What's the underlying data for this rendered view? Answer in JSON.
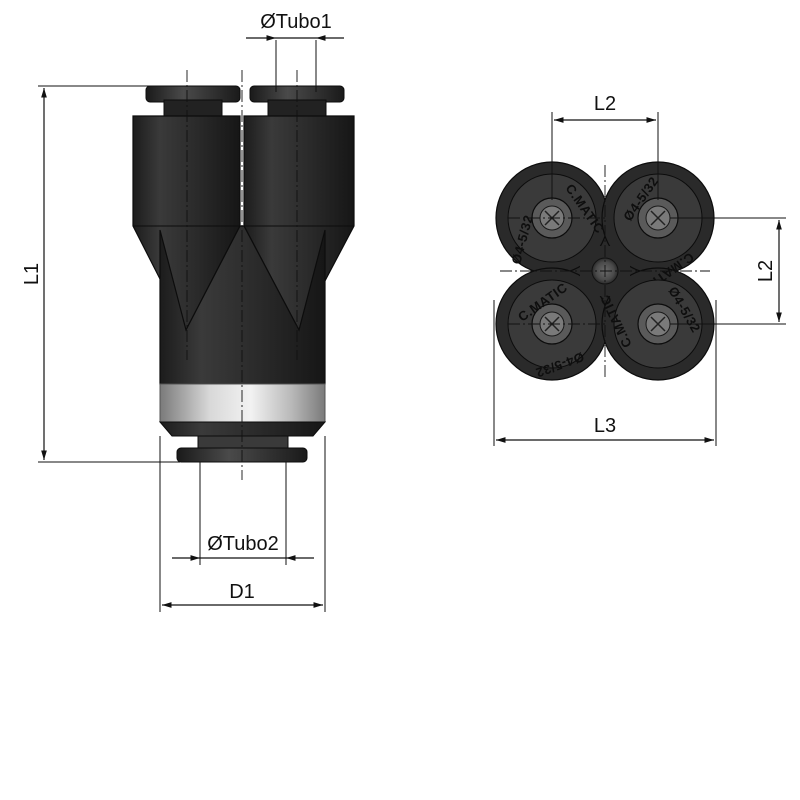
{
  "labels": {
    "tube1": "ØTubo1",
    "tube2": "ØTubo2",
    "length": "L1",
    "diameter": "D1",
    "spacing_horizontal": "L2",
    "spacing_vertical": "L2",
    "overall_width": "L3"
  },
  "ports": [
    {
      "brand": "C.MATIC",
      "size": "Ø4-5/32"
    },
    {
      "brand": "C.MATIC",
      "size": "Ø4-5/32"
    },
    {
      "brand": "C.MATIC",
      "size": "Ø4-5/32"
    },
    {
      "brand": "C.MATIC",
      "size": "Ø4-5/32"
    }
  ],
  "colors": {
    "body": "#2a2a2a",
    "body_edge": "#0c0c0c",
    "collet": "#2e2e2e",
    "metal_ring_light": "#e6e6e6",
    "metal_ring_dark": "#7a7a7a",
    "dimension_line": "#111111"
  }
}
